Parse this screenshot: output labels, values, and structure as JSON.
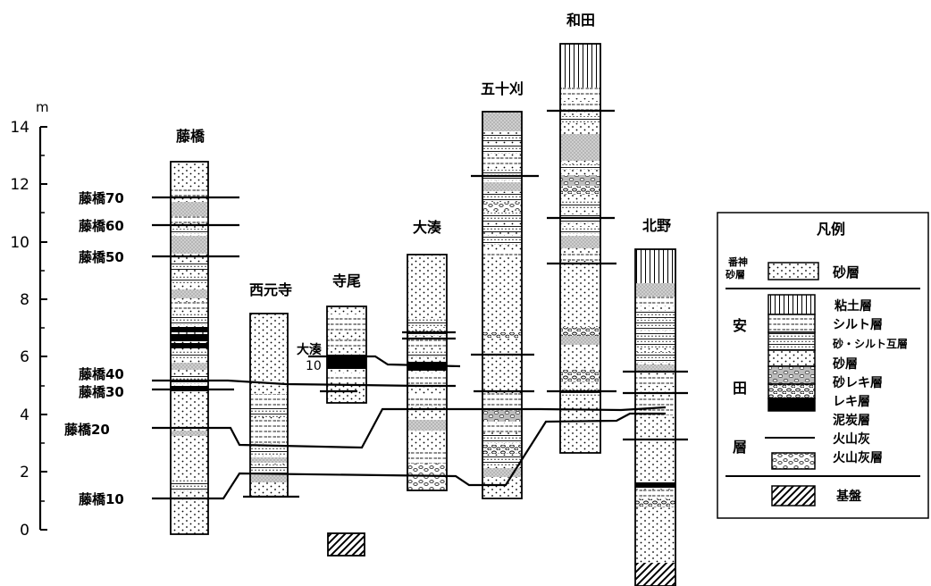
{
  "axis": {
    "unit": "m",
    "ticks": [
      "0",
      "2",
      "4",
      "6",
      "8",
      "10",
      "12",
      "14"
    ]
  },
  "columns": {
    "fujihashi": "藤橋",
    "nishimotoji": "西元寺",
    "terao": "寺尾",
    "ominato": "大湊",
    "ikari": "五十刈",
    "wada": "和田",
    "kitano": "北野"
  },
  "horizons": {
    "fujihashi_70": "藤橋70",
    "fujihashi_60": "藤橋60",
    "fujihashi_50": "藤橋50",
    "fujihashi_40": "藤橋40",
    "fujihashi_30": "藤橋30",
    "fujihashi_20": "藤橋20",
    "fujihashi_10": "藤橋10",
    "ominato_10_line1": "大湊",
    "ominato_10_line2": "10"
  },
  "legend": {
    "title": "凡例",
    "banjin_line1": "番神",
    "banjin_line2": "砂層",
    "banjin_sand": "砂層",
    "ata_chars": [
      "安",
      "田",
      "層"
    ],
    "clay": "粘土層",
    "silt": "シルト層",
    "sand_silt": "砂・シルト互層",
    "sand": "砂層",
    "sand_gravel": "砂レキ層",
    "gravel": "レキ層",
    "peat": "泥炭層",
    "ash": "火山灰",
    "ash_layer": "火山灰層",
    "basement": "基盤"
  }
}
